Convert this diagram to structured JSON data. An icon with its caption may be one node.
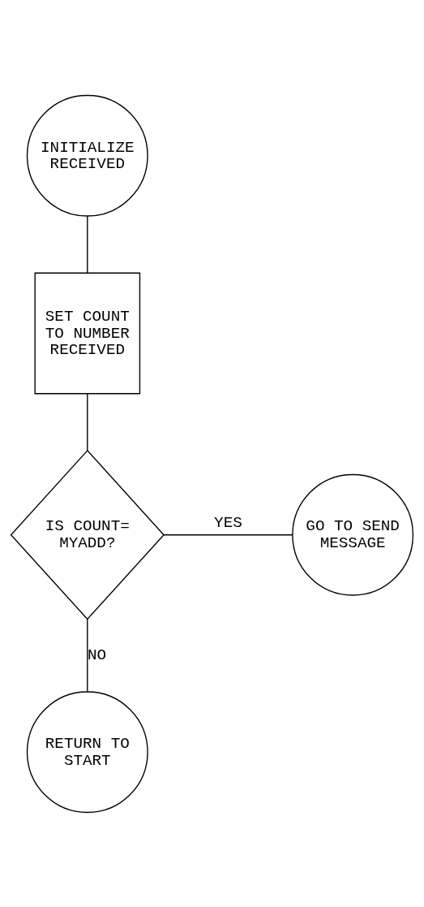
{
  "diagram": {
    "nodes": [
      {
        "text": [
          "INITIALIZE RECEIVED"
        ]
      },
      {
        "text": [
          "SET COUNT TO NUMBER RECEIVED"
        ]
      },
      {
        "text": [
          "IS COUNT= MYADD?"
        ]
      },
      {
        "text": [
          "GO TO SEND MESSAGE"
        ]
      },
      {
        "text": [
          "RETURN TO START"
        ]
      }
    ],
    "edges": [
      {
        "from": 0,
        "to": 1,
        "arrow": "none"
      },
      {
        "from": 1,
        "to": 2,
        "arrow": "none"
      },
      {
        "from": 2,
        "to": 3,
        "arrow": "none",
        "label": "YES"
      },
      {
        "from": 2,
        "to": 4,
        "arrow": "none",
        "label": "NO"
      }
    ]
  }
}
